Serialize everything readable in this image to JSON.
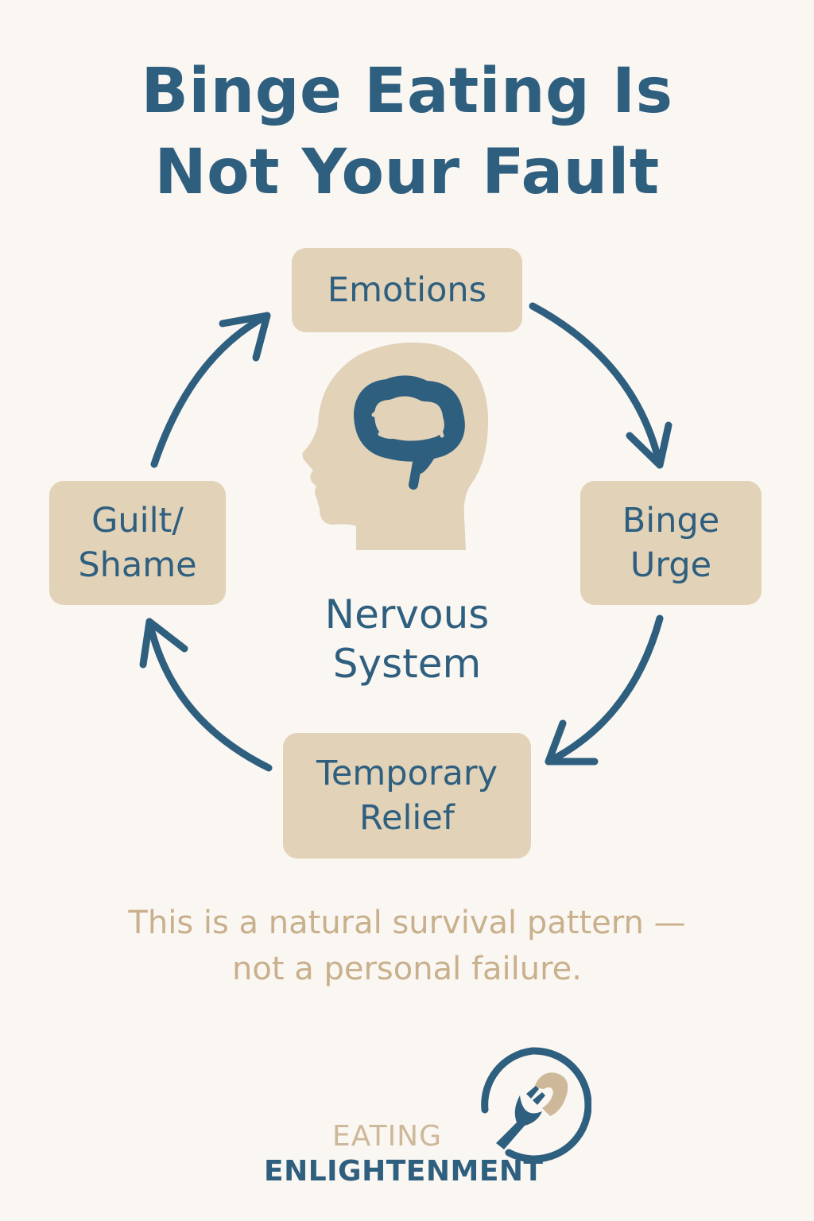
{
  "title": {
    "line1": "Binge Eating Is",
    "line2": "Not Your Fault"
  },
  "cycle": {
    "nodes": [
      {
        "id": "emotions",
        "lines": [
          "Emotions"
        ]
      },
      {
        "id": "binge-urge",
        "lines": [
          "Binge",
          "Urge"
        ]
      },
      {
        "id": "temporary-relief",
        "lines": [
          "Temporary",
          "Relief"
        ]
      },
      {
        "id": "guilt-shame",
        "lines": [
          "Guilt/",
          "Shame"
        ]
      }
    ],
    "center": {
      "line1": "Nervous",
      "line2": "System",
      "icon": "head-brain-icon"
    }
  },
  "tagline": {
    "line1": "This is a natural survival pattern —",
    "line2": "not a personal failure."
  },
  "logo": {
    "line1": "EATING",
    "line2": "ENLIGHTENMENT",
    "icon": "fork-hand-logo-icon"
  },
  "colors": {
    "background": "#faf6f1",
    "primary_blue": "#2f5f7f",
    "box_beige": "#e1d2b8",
    "text_tan": "#c9b08d"
  }
}
